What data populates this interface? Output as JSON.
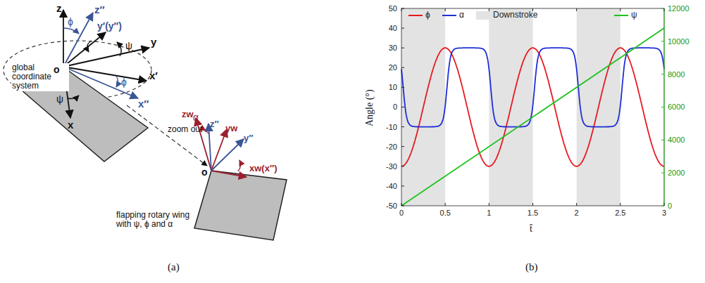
{
  "diagram": {
    "labels": [
      "z",
      "ϕ",
      "z″",
      "y′(y″)",
      "y",
      "ψ",
      "global coordinate system",
      "o",
      "x′",
      "ϕ",
      "x″",
      "ψ",
      "x",
      "zoom out",
      "α",
      "zw",
      "z″",
      "yw",
      "y″",
      "o",
      "xw(x″)",
      "flapping rotary wing with ψ, ϕ and α",
      "(a)",
      "(b)",
      "Angle (°)",
      "t̂",
      "50",
      "40",
      "30",
      "20",
      "10",
      "0",
      "-10",
      "-20",
      "-30",
      "-40",
      "-50",
      "12000",
      "10000",
      "8000",
      "6000",
      "4000",
      "2000",
      "0",
      "0",
      "0.5",
      "1",
      "1.5",
      "2",
      "2.5",
      "3"
    ],
    "legend": [
      {
        "text": "ϕ"
      },
      {
        "text": "α"
      },
      {
        "text": "Downstroke",
        "color": "#e3e3e3"
      },
      {
        "text": "ψ"
      }
    ]
  }
}
